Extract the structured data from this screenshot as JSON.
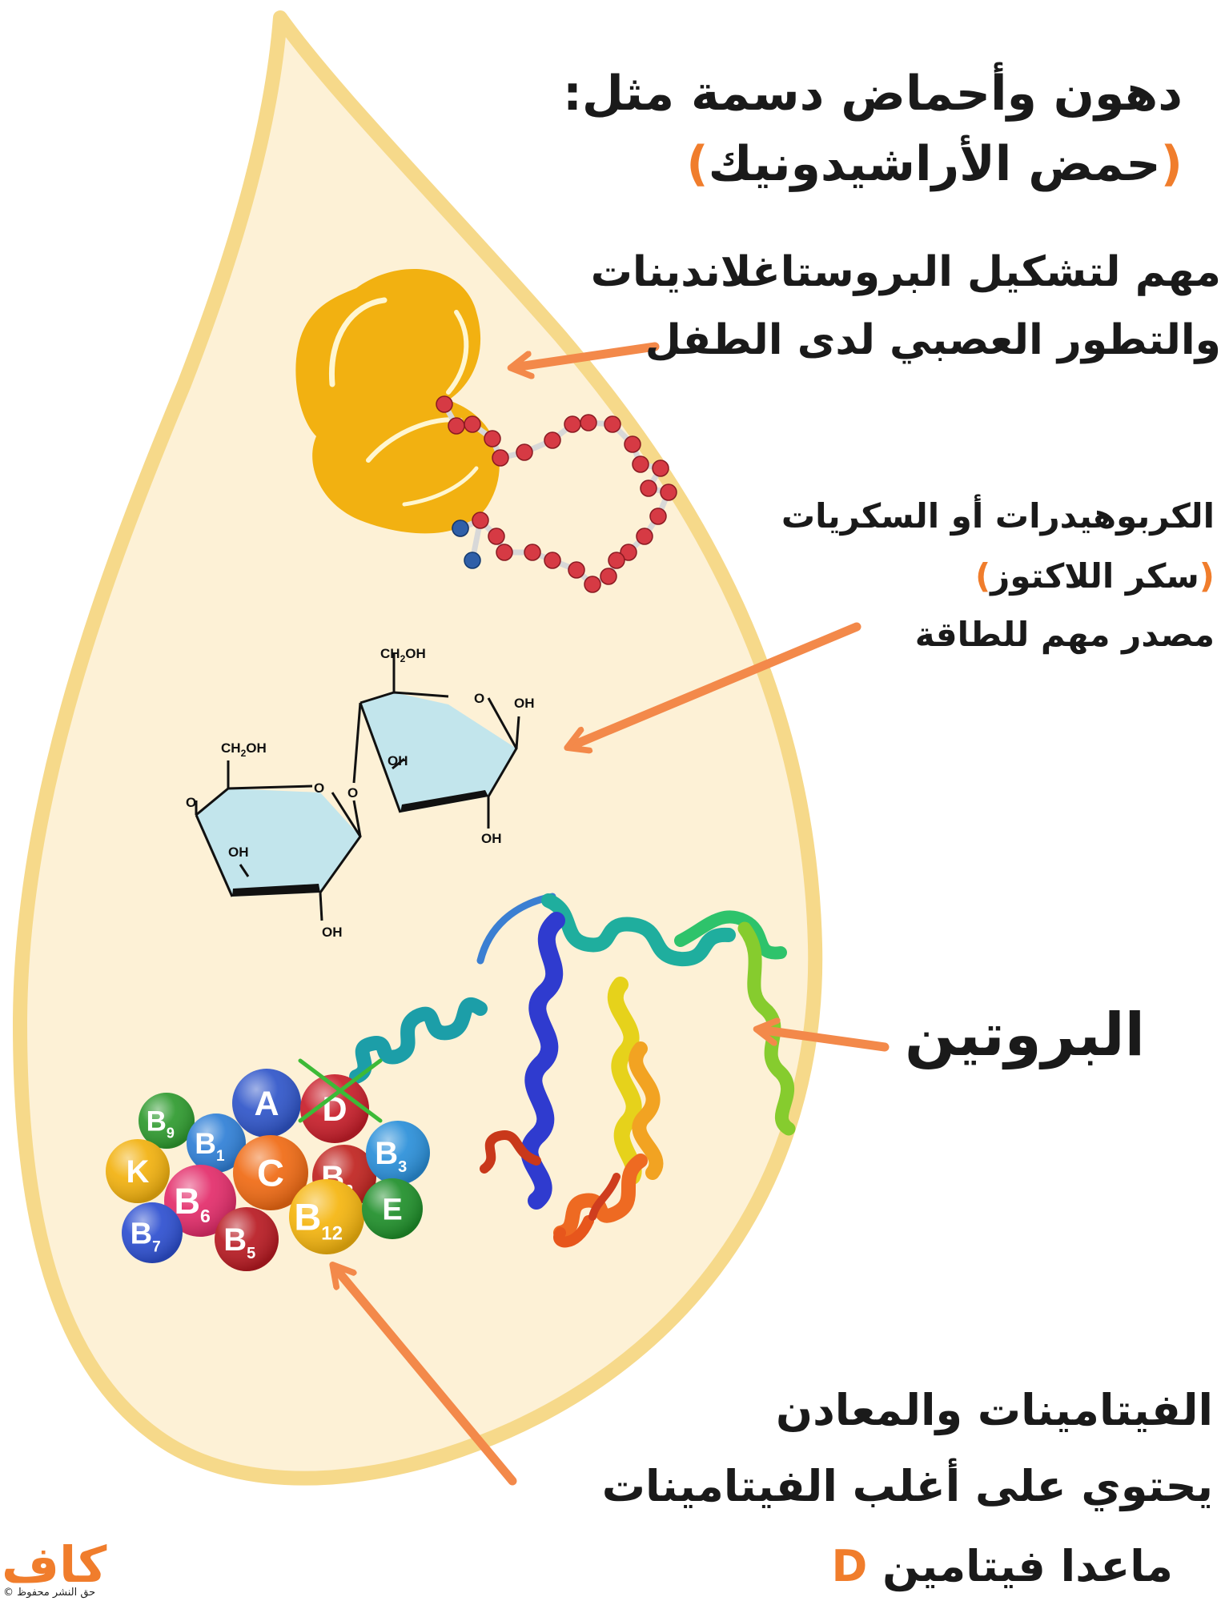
{
  "fats": {
    "line1": "دهون وأحماض دسمة مثل:",
    "example": "حمض الأراشيدونيك",
    "benefit_line1": "مهم لتشكيل البروستاغلاندينات",
    "benefit_line2": "والتطور العصبي لدى الطفل"
  },
  "carbs": {
    "line1": "الكربوهيدرات أو السكريات",
    "example": "سكر اللاكتوز",
    "benefit": "مصدر مهم للطاقة"
  },
  "protein": {
    "label": "البروتين"
  },
  "vitamins": {
    "line1": "الفيتامينات والمعادن",
    "line2": "يحتوي على أغلب الفيتامينات",
    "line3_prefix": "ماعدا فيتامين",
    "line3_letter": "D",
    "balls": [
      {
        "label": "A",
        "sub": "",
        "color": "#2f55c9"
      },
      {
        "label": "D",
        "sub": "",
        "color": "#c81e2a"
      },
      {
        "label": "B",
        "sub": "9",
        "color": "#2e9a2e"
      },
      {
        "label": "B",
        "sub": "1",
        "color": "#2f7fd6"
      },
      {
        "label": "C",
        "sub": "",
        "color": "#f06a13"
      },
      {
        "label": "B",
        "sub": "2",
        "color": "#c0231f"
      },
      {
        "label": "B",
        "sub": "3",
        "color": "#2a8fd9"
      },
      {
        "label": "K",
        "sub": "",
        "color": "#f2b10e"
      },
      {
        "label": "B",
        "sub": "6",
        "color": "#e32c6a"
      },
      {
        "label": "B",
        "sub": "12",
        "color": "#f5b50e"
      },
      {
        "label": "E",
        "sub": "",
        "color": "#1f8f2a"
      },
      {
        "label": "B",
        "sub": "7",
        "color": "#2d4fd0"
      },
      {
        "label": "B",
        "sub": "5",
        "color": "#b81a22"
      }
    ]
  },
  "lactose": {
    "ch2oh_1": "CH2OH",
    "ch2oh_2": "CH2OH",
    "oh_1": "OH",
    "oh_2": "OH",
    "oh_3": "OH",
    "oh_4": "OH",
    "oh_5": "OH",
    "o_ring_1": "O",
    "o_ring_2": "O",
    "o_link": "O",
    "o_left": "O"
  },
  "brand": {
    "logo": "كاف",
    "copyright": "حق النشر محفوظ ©"
  },
  "colors": {
    "drop_fill": "#fdf1d6",
    "drop_border": "#f6d98a",
    "arrow": "#f3894a",
    "accent": "#f07d2c"
  }
}
